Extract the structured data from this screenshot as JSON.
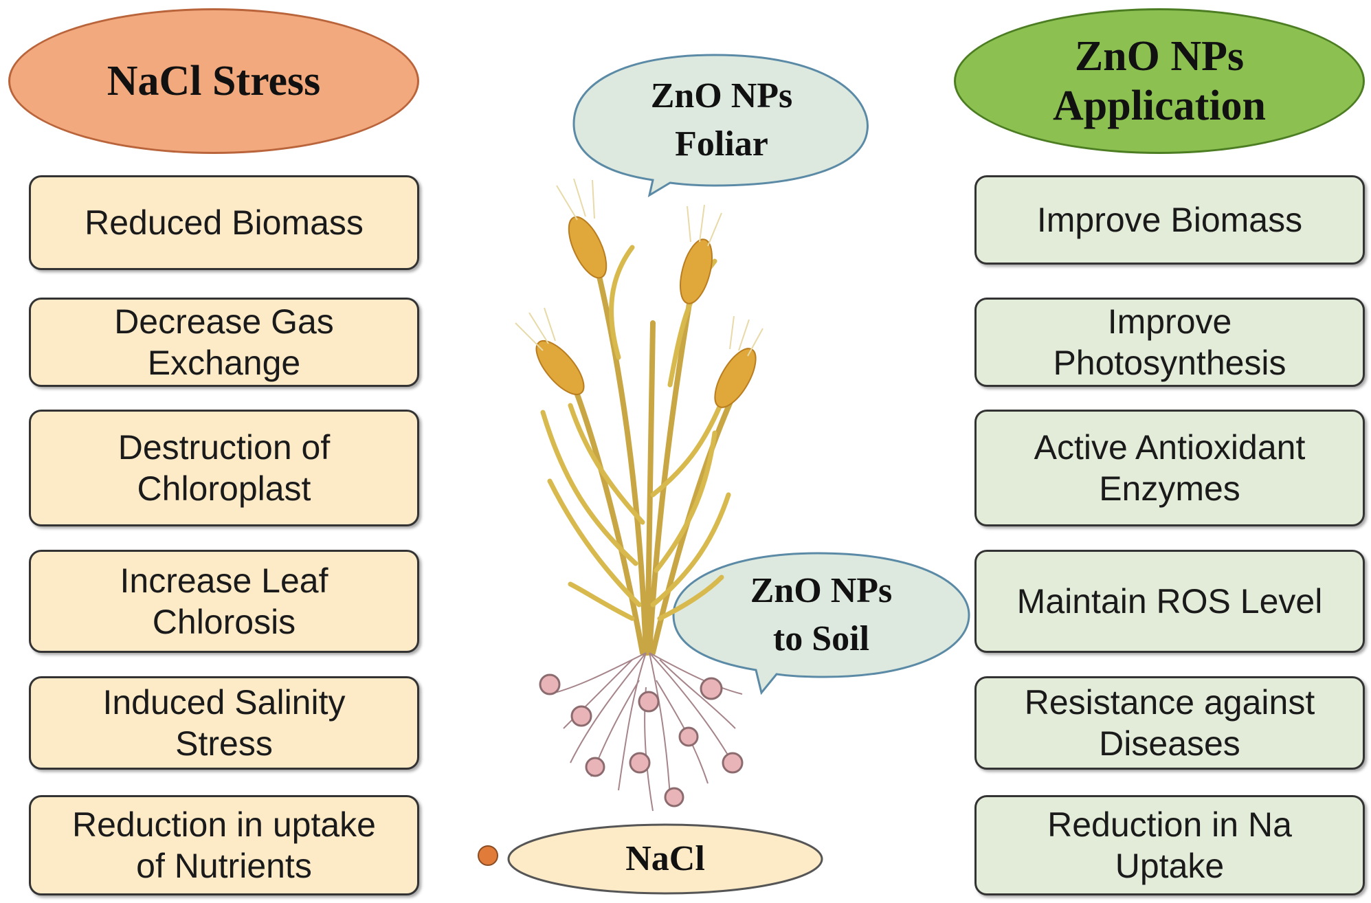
{
  "nacl_stress": {
    "title": "NaCl Stress",
    "effects": [
      "Reduced Biomass",
      "Decrease Gas\nExchange",
      "Destruction of\nChloroplast",
      "Increase Leaf\nChlorosis",
      "Induced Salinity\nStress",
      "Reduction in uptake\nof Nutrients"
    ]
  },
  "zno_application": {
    "title": "ZnO NPs\nApplication",
    "effects": [
      "Improve Biomass",
      "Improve\nPhotosynthesis",
      "Active Antioxidant\nEnzymes",
      "Maintain ROS Level",
      "Resistance against\nDiseases",
      "Reduction in Na\nUptake"
    ]
  },
  "center": {
    "foliar_bubble": "ZnO NPs\nFoliar",
    "soil_bubble": "ZnO NPs\nto Soil",
    "nacl_label": "NaCl"
  },
  "colors": {
    "stress_header": "#f2a97e",
    "stress_box": "#fdebc8",
    "application_header": "#8cc152",
    "application_box": "#e3ecd9",
    "bubble": "#dde9df",
    "salt_particle": "#e8b4b8"
  }
}
